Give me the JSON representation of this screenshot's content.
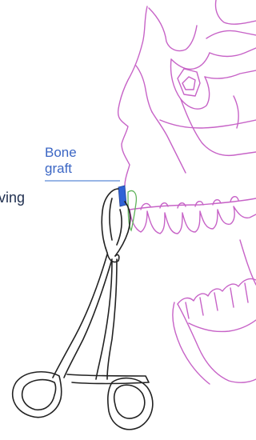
{
  "labels": {
    "graft_line1": "Bone",
    "graft_line2": "graft",
    "side_text": "ving"
  },
  "colors": {
    "anatomy_outline": "#c763c7",
    "bone_graft": "#2f62d6",
    "graft_outline": "#5fb35a",
    "instrument": "#222222",
    "label_text": "#3b66c4",
    "side_text": "#1f2f4f"
  },
  "icons": {
    "instrument": "forceps-icon",
    "skull": "skull-outline"
  }
}
